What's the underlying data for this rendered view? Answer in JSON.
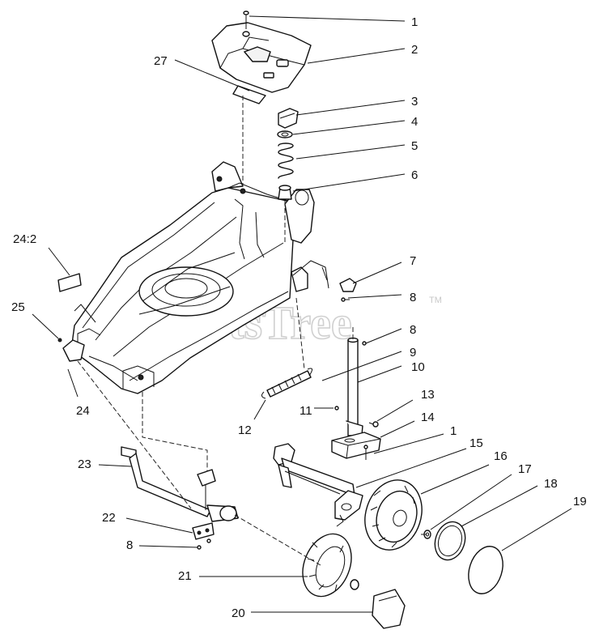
{
  "watermark": {
    "text": "PartsTree",
    "trademark": "TM"
  },
  "callouts": {
    "c1": "1",
    "c2": "2",
    "c27": "27",
    "c3": "3",
    "c4": "4",
    "c5": "5",
    "c6": "6",
    "c24_2": "24:2",
    "c25": "25",
    "c7": "7",
    "c8a": "8",
    "c8b": "8",
    "c9": "9",
    "c10": "10",
    "c24": "24",
    "c11": "11",
    "c13": "13",
    "c12": "12",
    "c14": "14",
    "c1b": "1",
    "c15": "15",
    "c16": "16",
    "c17": "17",
    "c18": "18",
    "c19": "19",
    "c23": "23",
    "c22": "22",
    "c8c": "8",
    "c21": "21",
    "c20": "20"
  },
  "colors": {
    "line": "#111111",
    "watermark": "#d0d0d0",
    "background": "#ffffff"
  }
}
